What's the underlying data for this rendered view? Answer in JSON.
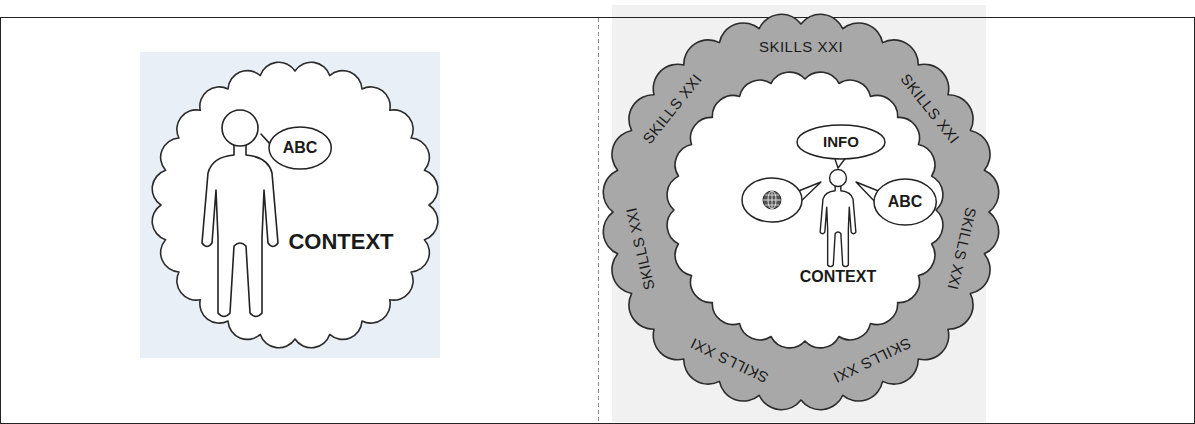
{
  "diagram": {
    "nodes": [
      {
        "text": [
          "CONTEXT"
        ]
      },
      {
        "text": [
          "ABC"
        ],
        "in": 0
      },
      {
        "text": [
          "SKILLS XXI",
          "SKILLS XXI",
          "SKILLS XXI",
          "SKILLS XXI",
          "SKILLS XXI",
          "SKILLS XXI",
          "SKILLS XXI"
        ]
      },
      {
        "text": [
          "CONTEXT"
        ],
        "in": 2
      },
      {
        "text": [
          "INFO"
        ],
        "in": 3
      },
      {
        "text": [
          "ABC"
        ],
        "in": 3
      }
    ]
  }
}
